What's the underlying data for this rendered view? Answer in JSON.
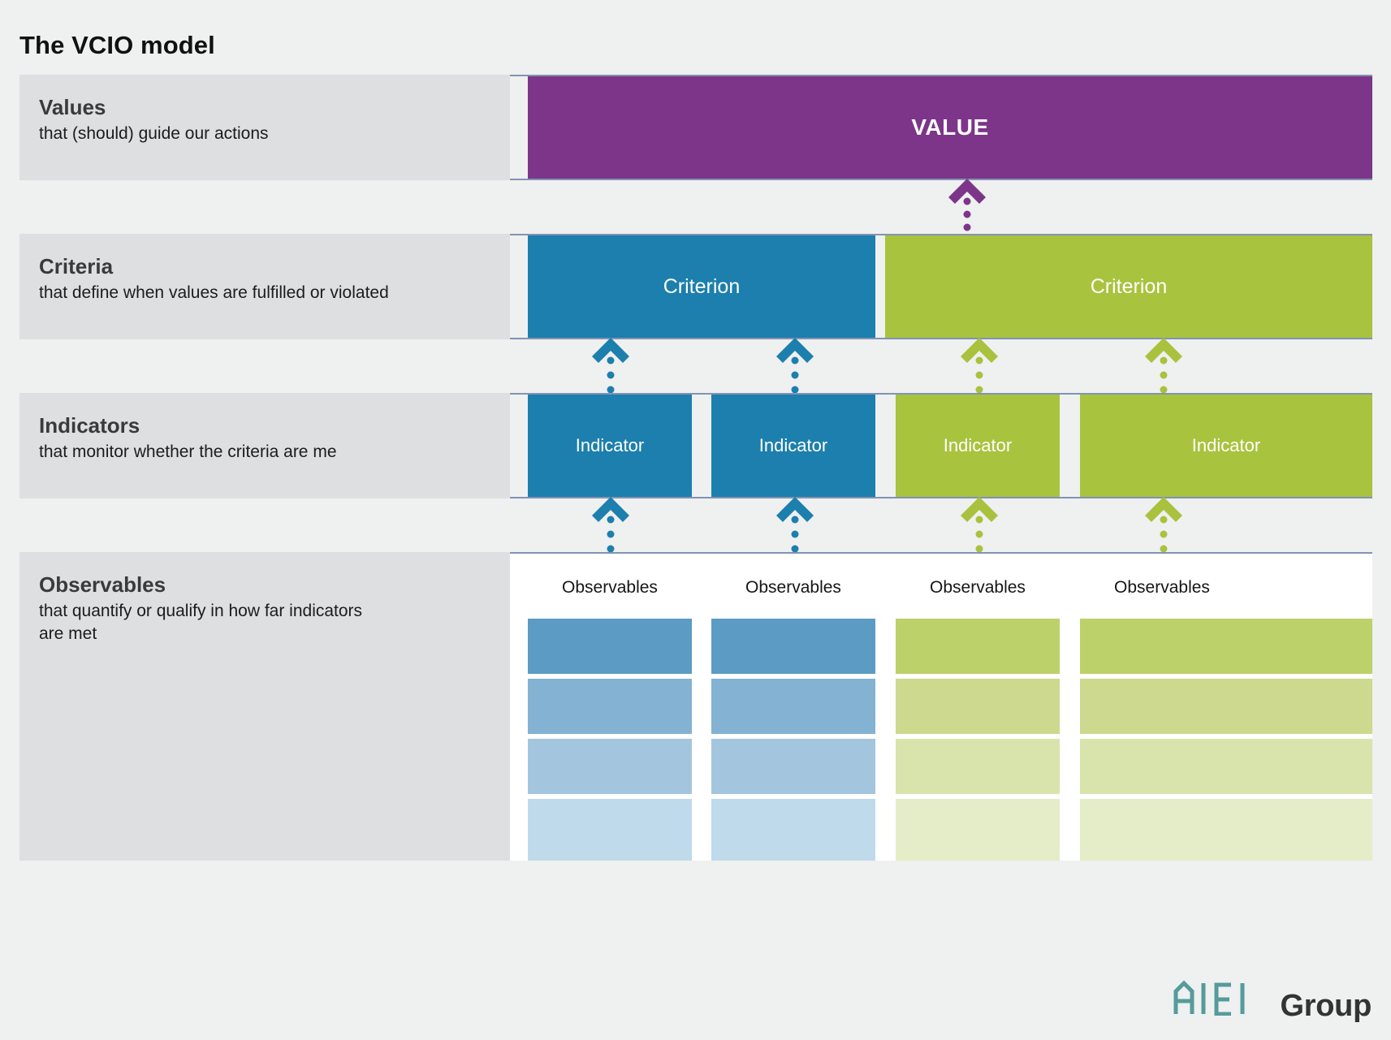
{
  "page": {
    "title": "The VCIO model",
    "background_color": "#eff0f0"
  },
  "palette": {
    "value_purple": "#7c3589",
    "criterion_blue": "#1c7fad",
    "criterion_green": "#a8c33e",
    "panel_gray": "#dedfe1",
    "rule_blue": "#8293b4",
    "logo_teal": "#569b9b",
    "logo_dark": "#333333"
  },
  "rows": [
    {
      "key": "values",
      "heading": "Values",
      "subtitle": "that (should) guide our actions"
    },
    {
      "key": "criteria",
      "heading": "Criteria",
      "subtitle": "that define when values are fulfilled or violated"
    },
    {
      "key": "indicators",
      "heading": "Indicators",
      "subtitle": "that monitor whether the criteria are me"
    },
    {
      "key": "observables",
      "heading": "Observables",
      "subtitle_line1": "that quantify or qualify in how far indicators",
      "subtitle_line2": "are met"
    }
  ],
  "value_block": {
    "label": "VALUE",
    "color": "#7c3589"
  },
  "criteria_blocks": [
    {
      "label": "Criterion",
      "color": "#1c7fad"
    },
    {
      "label": "Criterion",
      "color": "#a8c23e"
    }
  ],
  "indicator_blocks": [
    {
      "label": "Indicator",
      "color": "#1c7fad"
    },
    {
      "label": "Indicator",
      "color": "#1c7fad"
    },
    {
      "label": "Indicator",
      "color": "#a8c23e"
    },
    {
      "label": "Indicator",
      "color": "#a8c23e"
    }
  ],
  "observable_columns": [
    {
      "title": "Observables",
      "tile_colors": [
        "#5b9bc4",
        "#83b2d3",
        "#a3c6de",
        "#bedaeb"
      ]
    },
    {
      "title": "Observables",
      "tile_colors": [
        "#5b9bc4",
        "#83b2d3",
        "#a3c6de",
        "#bedaeb"
      ]
    },
    {
      "title": "Observables",
      "tile_colors": [
        "#bdd16a",
        "#ccd98e",
        "#d9e3ac",
        "#e5ecc8"
      ]
    },
    {
      "title": "Observables",
      "tile_colors": [
        "#bdd16a",
        "#ccd98e",
        "#d9e3ac",
        "#e5ecc8"
      ]
    }
  ],
  "arrows": [
    {
      "name": "value-arrow",
      "color": "#7c3589"
    },
    {
      "name": "criterion-arrow-1",
      "color": "#1c7fad"
    },
    {
      "name": "criterion-arrow-2",
      "color": "#1c7fad"
    },
    {
      "name": "criterion-arrow-3",
      "color": "#a8c23e"
    },
    {
      "name": "criterion-arrow-4",
      "color": "#a8c23e"
    },
    {
      "name": "indicator-arrow-1",
      "color": "#1c7fad"
    },
    {
      "name": "indicator-arrow-2",
      "color": "#1c7fad"
    },
    {
      "name": "indicator-arrow-3",
      "color": "#a8c23e"
    },
    {
      "name": "indicator-arrow-4",
      "color": "#a8c23e"
    }
  ],
  "logo": {
    "mark": "AIEI",
    "word": "Group"
  }
}
